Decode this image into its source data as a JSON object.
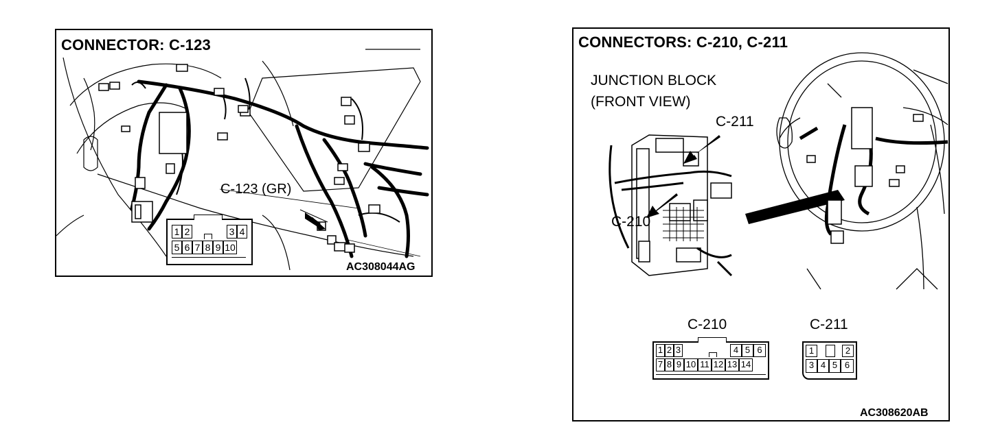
{
  "left_panel": {
    "title": "CONNECTOR: C-123",
    "callout": "C-123 (GR)",
    "code": "AC308044AG",
    "connector_pins_top": [
      "1",
      "2",
      "3",
      "4"
    ],
    "connector_pins_bottom": [
      "5",
      "6",
      "7",
      "8",
      "9",
      "10"
    ]
  },
  "right_panel": {
    "title": "CONNECTORS: C-210, C-211",
    "junction_line1": "JUNCTION BLOCK",
    "junction_line2": "(FRONT VIEW)",
    "callout_c211": "C-211",
    "callout_c210": "C-210",
    "c210": {
      "label": "C-210",
      "pins_top": [
        "1",
        "2",
        "3",
        "4",
        "5",
        "6"
      ],
      "pins_bottom": [
        "7",
        "8",
        "9",
        "10",
        "11",
        "12",
        "13",
        "14"
      ]
    },
    "c211": {
      "label": "C-211",
      "pins_top": [
        "1",
        "2"
      ],
      "pins_bottom": [
        "3",
        "4",
        "5",
        "6"
      ]
    },
    "code": "AC308620AB"
  }
}
